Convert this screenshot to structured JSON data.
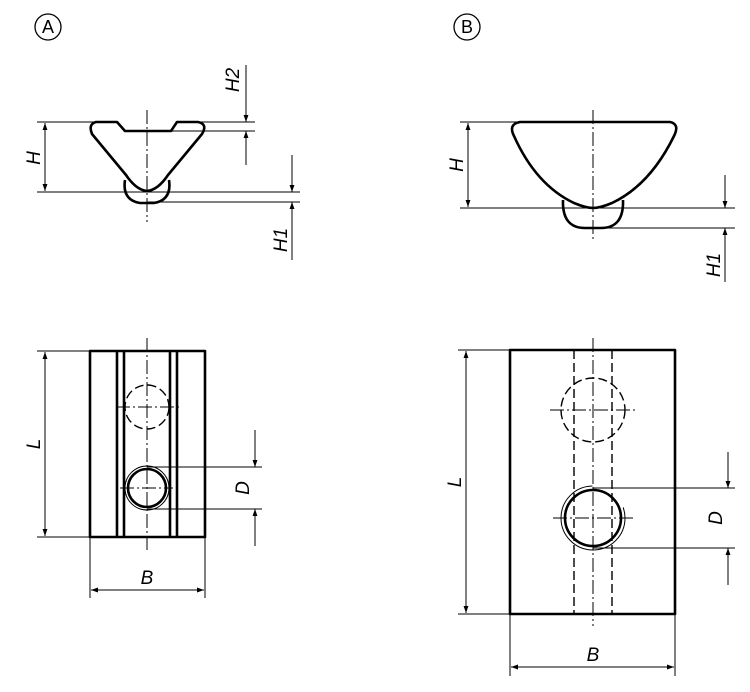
{
  "views": {
    "a": {
      "marker": "A",
      "labels": {
        "h": "H",
        "h1": "H1",
        "h2": "H2",
        "l": "L",
        "b": "B",
        "d": "D"
      }
    },
    "b": {
      "marker": "B",
      "labels": {
        "h": "H",
        "h1": "H1",
        "l": "L",
        "b": "B",
        "d": "D"
      }
    }
  }
}
